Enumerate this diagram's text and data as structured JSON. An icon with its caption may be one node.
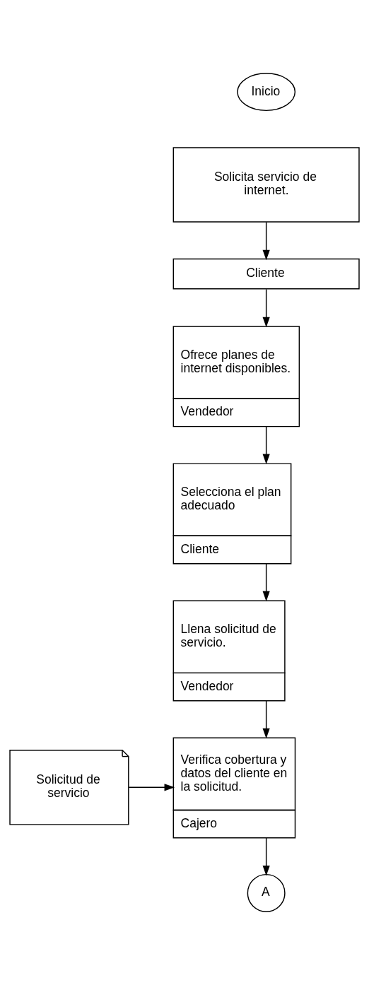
{
  "diagram": {
    "nodes": [
      {
        "text": [
          "Inicio"
        ]
      },
      {
        "text": [
          "Solicita servicio de internet."
        ]
      },
      {
        "text": [
          "Cliente"
        ]
      },
      {
        "text": [
          "Ofrece planes de internet disponibles.",
          "Vendedor"
        ]
      },
      {
        "text": [
          "Selecciona el plan adecuado",
          "Cliente"
        ]
      },
      {
        "text": [
          "Llena solicitud de servicio.",
          "Vendedor"
        ]
      },
      {
        "text": [
          "Solicitud de servicio"
        ]
      },
      {
        "text": [
          "Verifica cobertura y datos del cliente en la solicitud.",
          "Cajero"
        ]
      },
      {
        "text": [
          "A"
        ]
      }
    ],
    "edges": [
      {
        "from": 1,
        "to": 2,
        "arrow": "to"
      },
      {
        "from": 2,
        "to": 3,
        "arrow": "to"
      },
      {
        "from": 3,
        "to": 4,
        "arrow": "to"
      },
      {
        "from": 4,
        "to": 5,
        "arrow": "to"
      },
      {
        "from": 5,
        "to": 7,
        "arrow": "to"
      },
      {
        "from": 6,
        "to": 7,
        "arrow": "to"
      },
      {
        "from": 7,
        "to": 8,
        "arrow": "to"
      }
    ]
  }
}
